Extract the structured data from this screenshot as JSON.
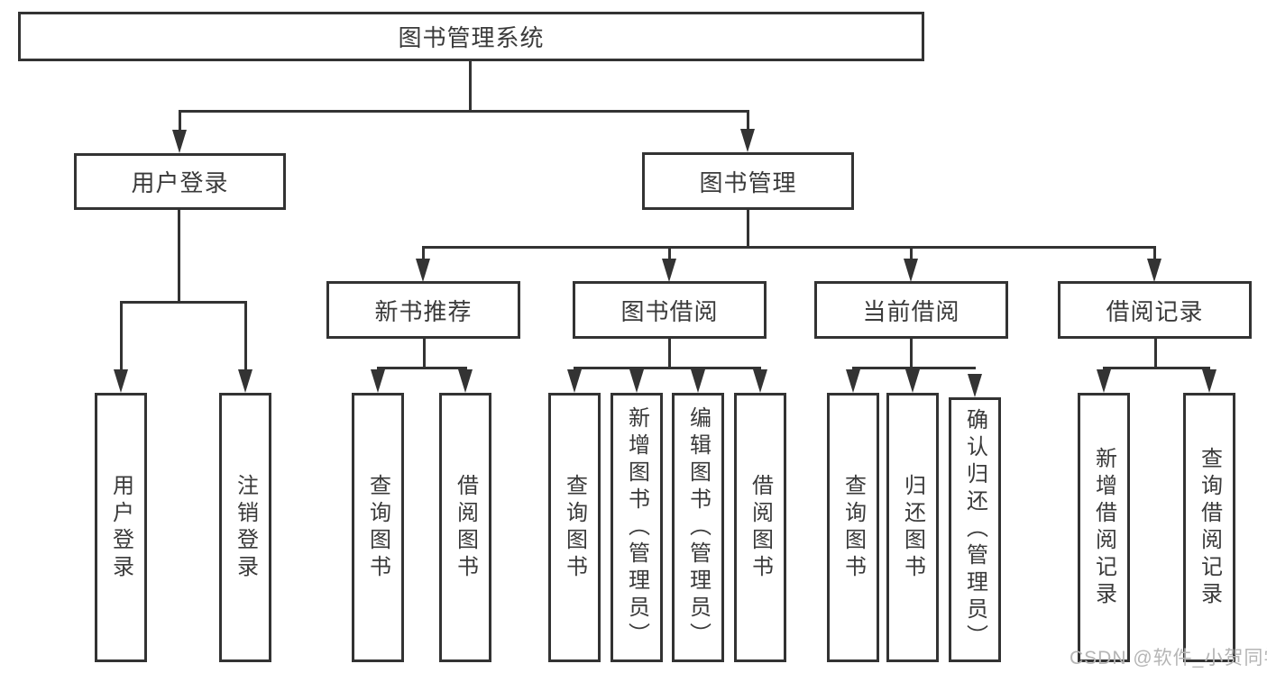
{
  "diagram": {
    "root": "图书管理系统",
    "level1": [
      "用户登录",
      "图书管理"
    ],
    "level2": [
      "新书推荐",
      "图书借阅",
      "当前借阅",
      "借阅记录"
    ],
    "leaves": {
      "user_login": [
        "用户登录",
        "注销登录"
      ],
      "new_books": [
        "查询图书",
        "借阅图书"
      ],
      "book_borrow": [
        "查询图书",
        "新增图书（管理员）",
        "编辑图书（管理员）",
        "借阅图书"
      ],
      "current_borrow": [
        "查询图书",
        "归还图书",
        "确认归还（管理员）"
      ],
      "borrow_records": [
        "新增借阅记录",
        "查询借阅记录"
      ]
    }
  },
  "watermark": "CSDN @软件_小贺同学",
  "colors": {
    "line": "#333333",
    "box_border": "#333333",
    "text": "#3a3a3a",
    "watermark": "#b5b5b5",
    "background": "#ffffff"
  }
}
